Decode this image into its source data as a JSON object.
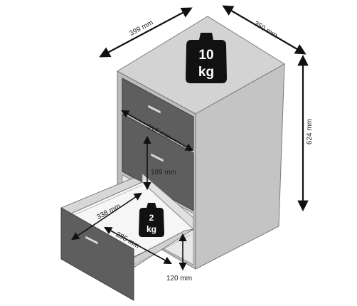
{
  "dimensions": {
    "width": "399 mm",
    "depth": "350 mm",
    "height": "624 mm",
    "inner_width": "312 mm",
    "drawer_height": "189 mm",
    "drawer_depth": "338 mm",
    "drawer_inner_width": "285 mm",
    "drawer_inner_height": "120 mm"
  },
  "weights": {
    "top_value": "10",
    "top_unit": "kg",
    "drawer_value": "2",
    "drawer_unit": "kg"
  },
  "colors": {
    "cabinet_light": "#d0d0d0",
    "cabinet_side": "#bdbdbd",
    "front_dark": "#5d5d5d",
    "weight_icon": "#111111"
  }
}
